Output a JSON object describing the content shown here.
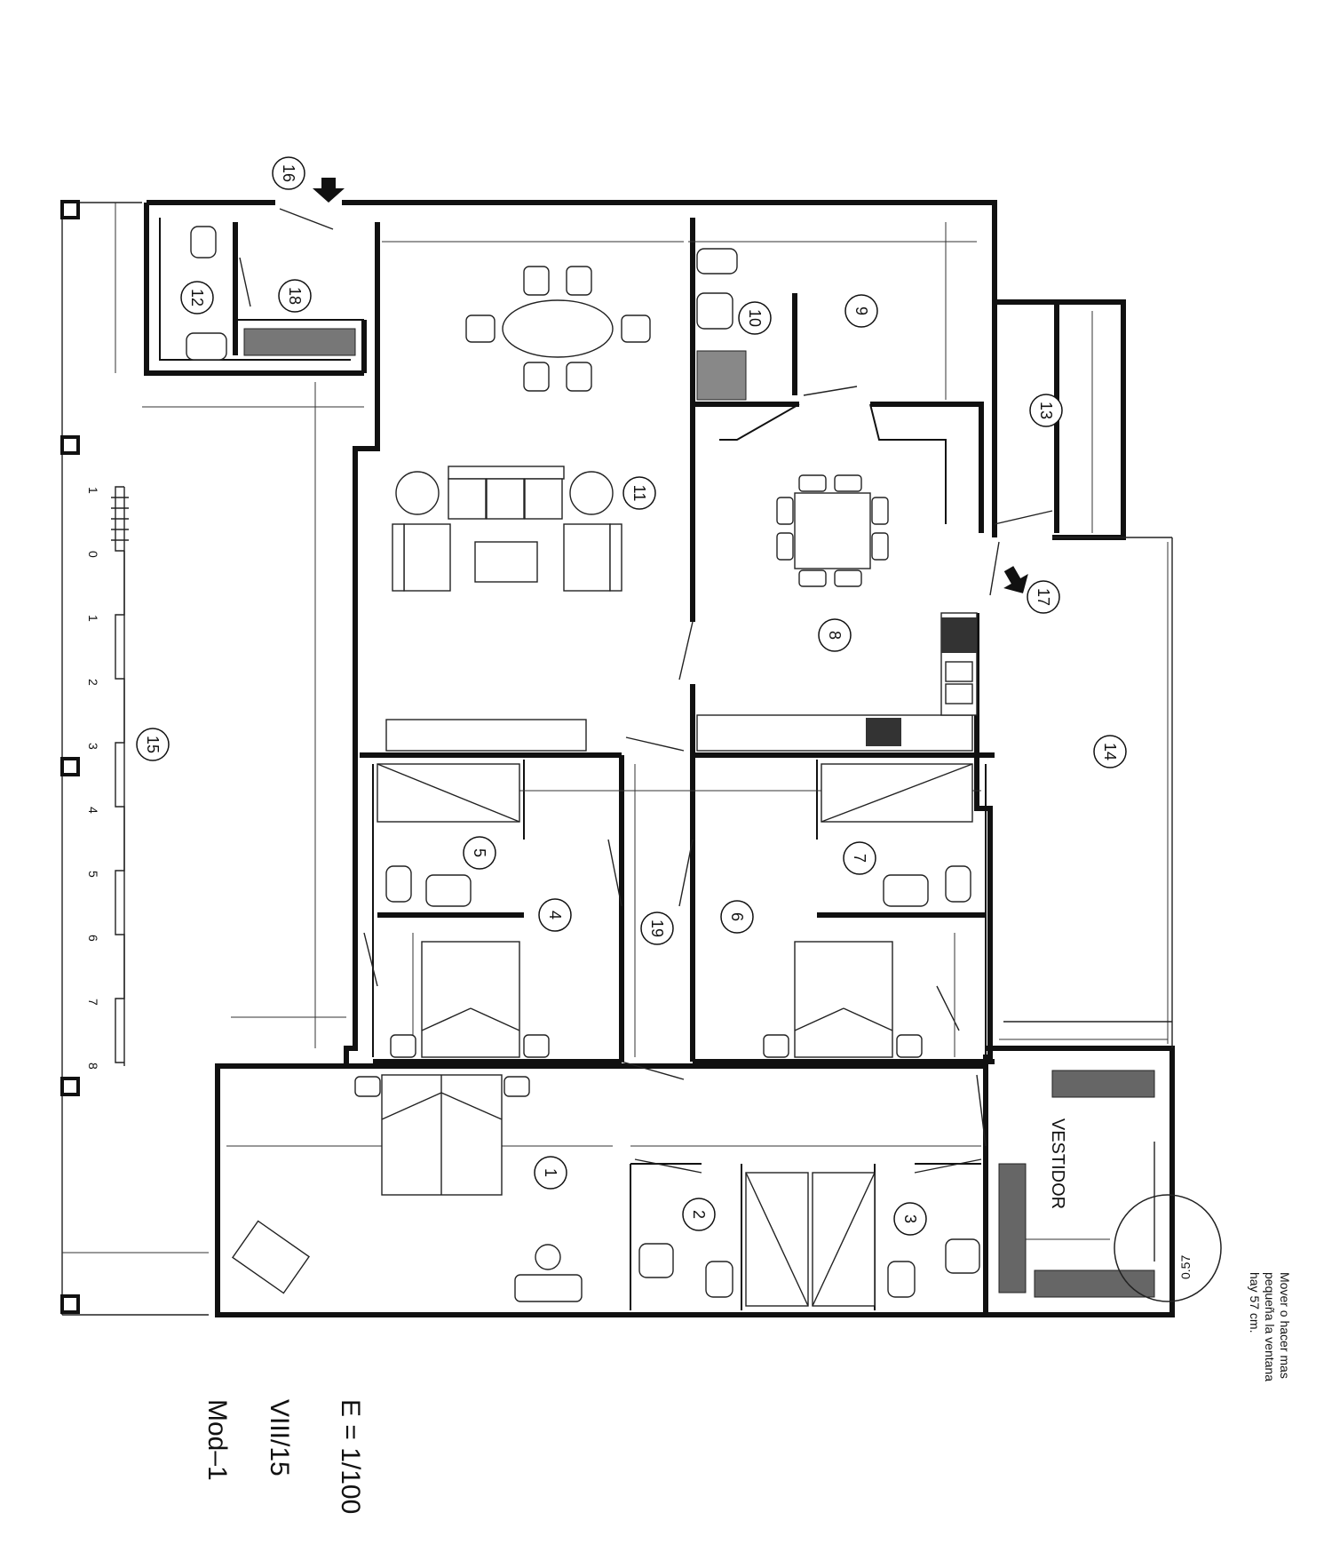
{
  "rooms": [
    "1",
    "2",
    "3",
    "4",
    "5",
    "6",
    "7",
    "8",
    "9",
    "10",
    "11",
    "12",
    "13",
    "14",
    "15",
    "16",
    "17",
    "18",
    "19"
  ],
  "vestidor_label": "VESTIDOR",
  "scale_ticks": [
    "1",
    "0",
    "1",
    "2",
    "3",
    "4",
    "5",
    "6",
    "7",
    "8"
  ],
  "note": {
    "line1": "Mover o hacer mas",
    "line2": "pequeña la ventana",
    "line3": "hay 57 cm."
  },
  "callout_value": "0.57",
  "title_block": {
    "scale": "E = 1/100",
    "date": "VIII/15",
    "revision": "Mod–1"
  }
}
